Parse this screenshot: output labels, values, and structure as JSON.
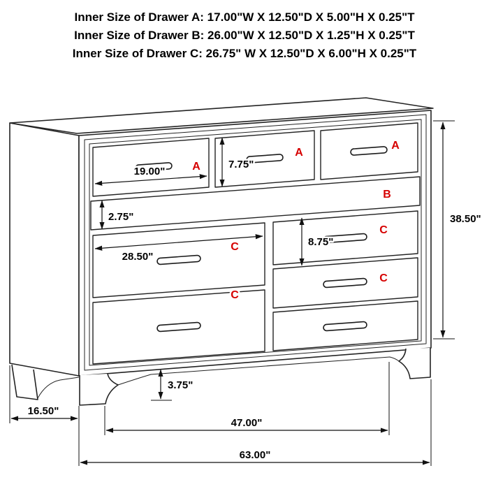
{
  "header": {
    "lines": [
      "Inner Size of Drawer A: 17.00\"W X 12.50\"D X 5.00\"H X 0.25\"T",
      "Inner Size of Drawer B: 26.00\"W X 12.50\"D X 1.25\"H X 0.25\"T",
      "Inner Size of Drawer C: 26.75\" W X 12.50\"D X 6.00\"H X 0.25\"T"
    ]
  },
  "diagram": {
    "drawer_labels": {
      "a": "A",
      "b": "B",
      "c": "C"
    },
    "dimensions": {
      "drawer_a_width": "19.00\"",
      "drawer_a_front_height": "7.75\"",
      "drawer_b_front_height": "2.75\"",
      "drawer_c_width": "28.50\"",
      "drawer_c_front_height": "8.75\"",
      "overall_height": "38.50\"",
      "base_height": "3.75\"",
      "side_depth": "16.50\"",
      "leg_span_width": "47.00\"",
      "overall_width": "63.00\""
    },
    "colors": {
      "drawer_letter": "#d60000",
      "dimension_text": "#000000",
      "outline": "#232323"
    }
  }
}
